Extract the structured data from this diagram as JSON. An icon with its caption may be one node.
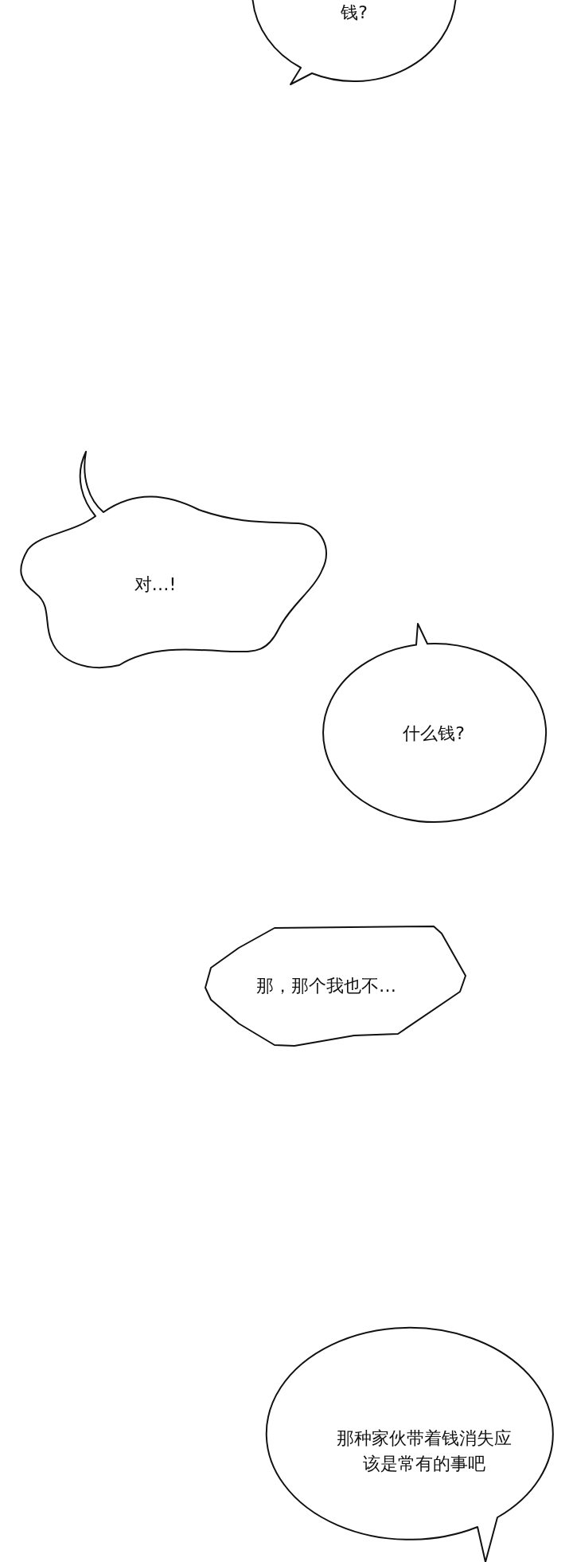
{
  "diagram": {
    "nodes": [
      {
        "text": [
          "钱?"
        ]
      },
      {
        "text": [
          "对…!"
        ]
      },
      {
        "text": [
          "什么钱?"
        ]
      },
      {
        "text": [
          "那，那个我也不…"
        ]
      },
      {
        "text": [
          "那种家伙带着钱消失应该是常有的事吧"
        ]
      }
    ]
  }
}
